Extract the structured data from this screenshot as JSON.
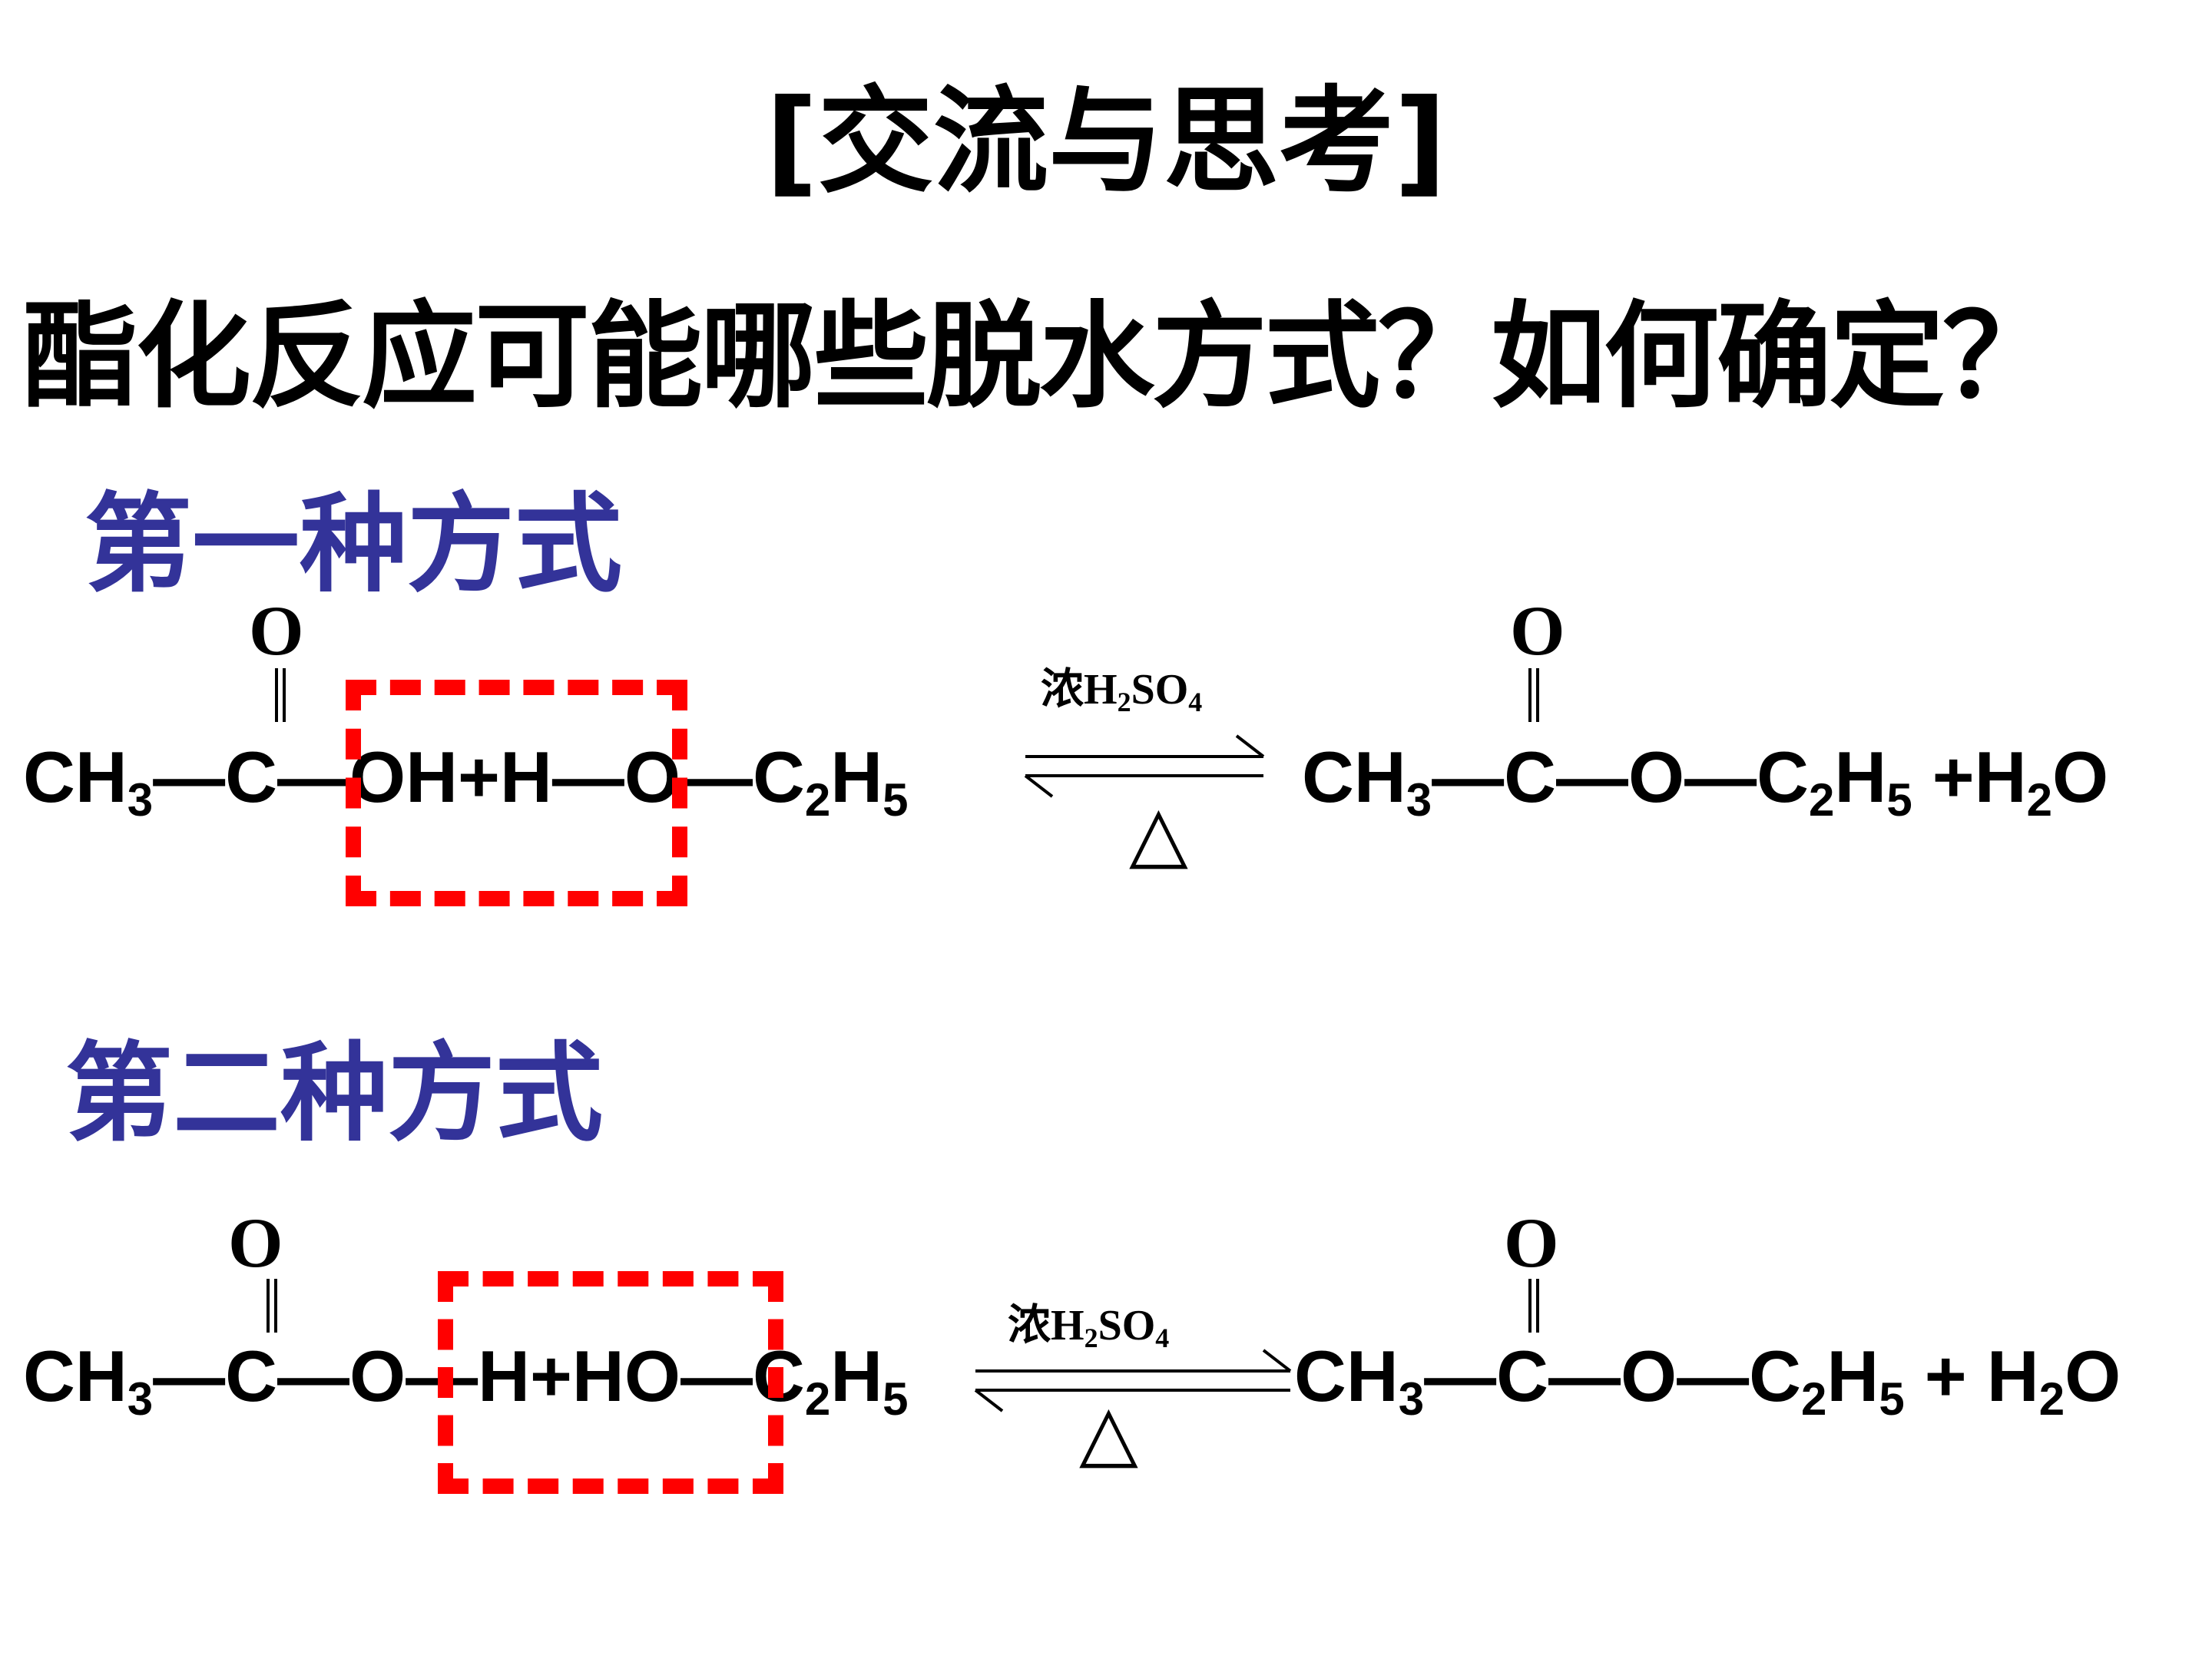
{
  "slide": {
    "title": "[交流与思考]",
    "question": "酯化反应可能哪些脱水方式？如何确定？"
  },
  "methods": [
    {
      "heading": "第一种方式",
      "reactant": {
        "acid_part": "CH<sub>3</sub>—C—",
        "boxed": "OH+H",
        "alcohol_part": "—O—C<sub>2</sub>H<sub>5</sub>"
      },
      "carbonyl_o": "O",
      "condition": "浓H<sub>2</sub>SO<sub>4</sub>",
      "heat_symbol": "△",
      "product": "CH<sub>3</sub>—C—O—C<sub>2</sub>H<sub>5</sub> +H<sub>2</sub>O",
      "product_carbonyl_o": "O"
    },
    {
      "heading": "第二种方式",
      "reactant": {
        "acid_part": "CH<sub>3</sub>—C—O—",
        "boxed": "H+HO",
        "alcohol_part": "—C<sub>2</sub>H<sub>5</sub>"
      },
      "carbonyl_o": "O",
      "condition": "浓H<sub>2</sub>SO<sub>4</sub>",
      "heat_symbol": "△",
      "product": "CH<sub>3</sub>—C—O—C<sub>2</sub>H<sub>5</sub> + H<sub>2</sub>O",
      "product_carbonyl_o": "O"
    }
  ],
  "colors": {
    "heading": "#333399",
    "highlight_box": "#ff0000",
    "text": "#000000"
  }
}
